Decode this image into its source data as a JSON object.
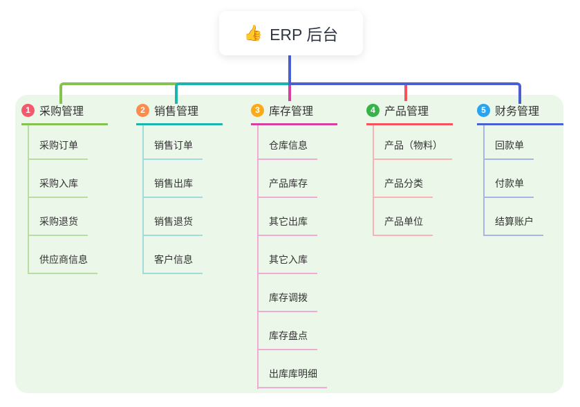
{
  "root": {
    "icon": "👍",
    "label": "ERP 后台"
  },
  "colors": {
    "panel_bg": "#ebf7e8",
    "connector_blue": "#4a5fd2",
    "branch_lines": [
      "#85c24f",
      "#1ab5ac",
      "#d73f9f",
      "#f5525c",
      "#4a5fd2"
    ],
    "badge_colors": [
      "#f5596e",
      "#fc8b4c",
      "#fbab19",
      "#36b44a",
      "#27a5f0"
    ]
  },
  "branches": [
    {
      "num": "1",
      "label": "采购管理",
      "children": [
        "采购订单",
        "采购入库",
        "采购退货",
        "供应商信息"
      ]
    },
    {
      "num": "2",
      "label": "销售管理",
      "children": [
        "销售订单",
        "销售出库",
        "销售退货",
        "客户信息"
      ]
    },
    {
      "num": "3",
      "label": "库存管理",
      "children": [
        "仓库信息",
        "产品库存",
        "其它出库",
        "其它入库",
        "库存调拨",
        "库存盘点",
        "出库库明细"
      ]
    },
    {
      "num": "4",
      "label": "产品管理",
      "children": [
        "产品（物料）",
        "产品分类",
        "产品单位"
      ]
    },
    {
      "num": "5",
      "label": "财务管理",
      "children": [
        "回款单",
        "付款单",
        "结算账户"
      ]
    }
  ]
}
